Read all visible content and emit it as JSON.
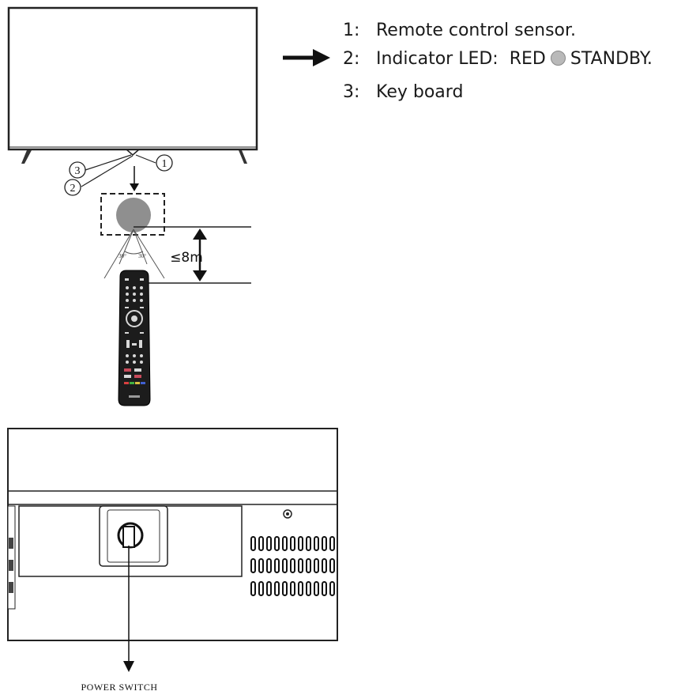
{
  "legend": {
    "items": [
      {
        "num": "1:",
        "label": "Remote control sensor."
      },
      {
        "num": "2:",
        "label": "Indicator LED:",
        "color_label": "RED",
        "state_label": "STANDBY."
      },
      {
        "num": "3:",
        "label": "Key board"
      }
    ]
  },
  "callouts": {
    "one": "1",
    "two": "2",
    "three": "3"
  },
  "distance": {
    "label": "≤8m",
    "angle_left": "30°",
    "angle_right": "30°"
  },
  "rear": {
    "power_switch_label": "POWER SWITCH"
  },
  "colors": {
    "led": "#b9b9b9",
    "line": "#111111"
  }
}
